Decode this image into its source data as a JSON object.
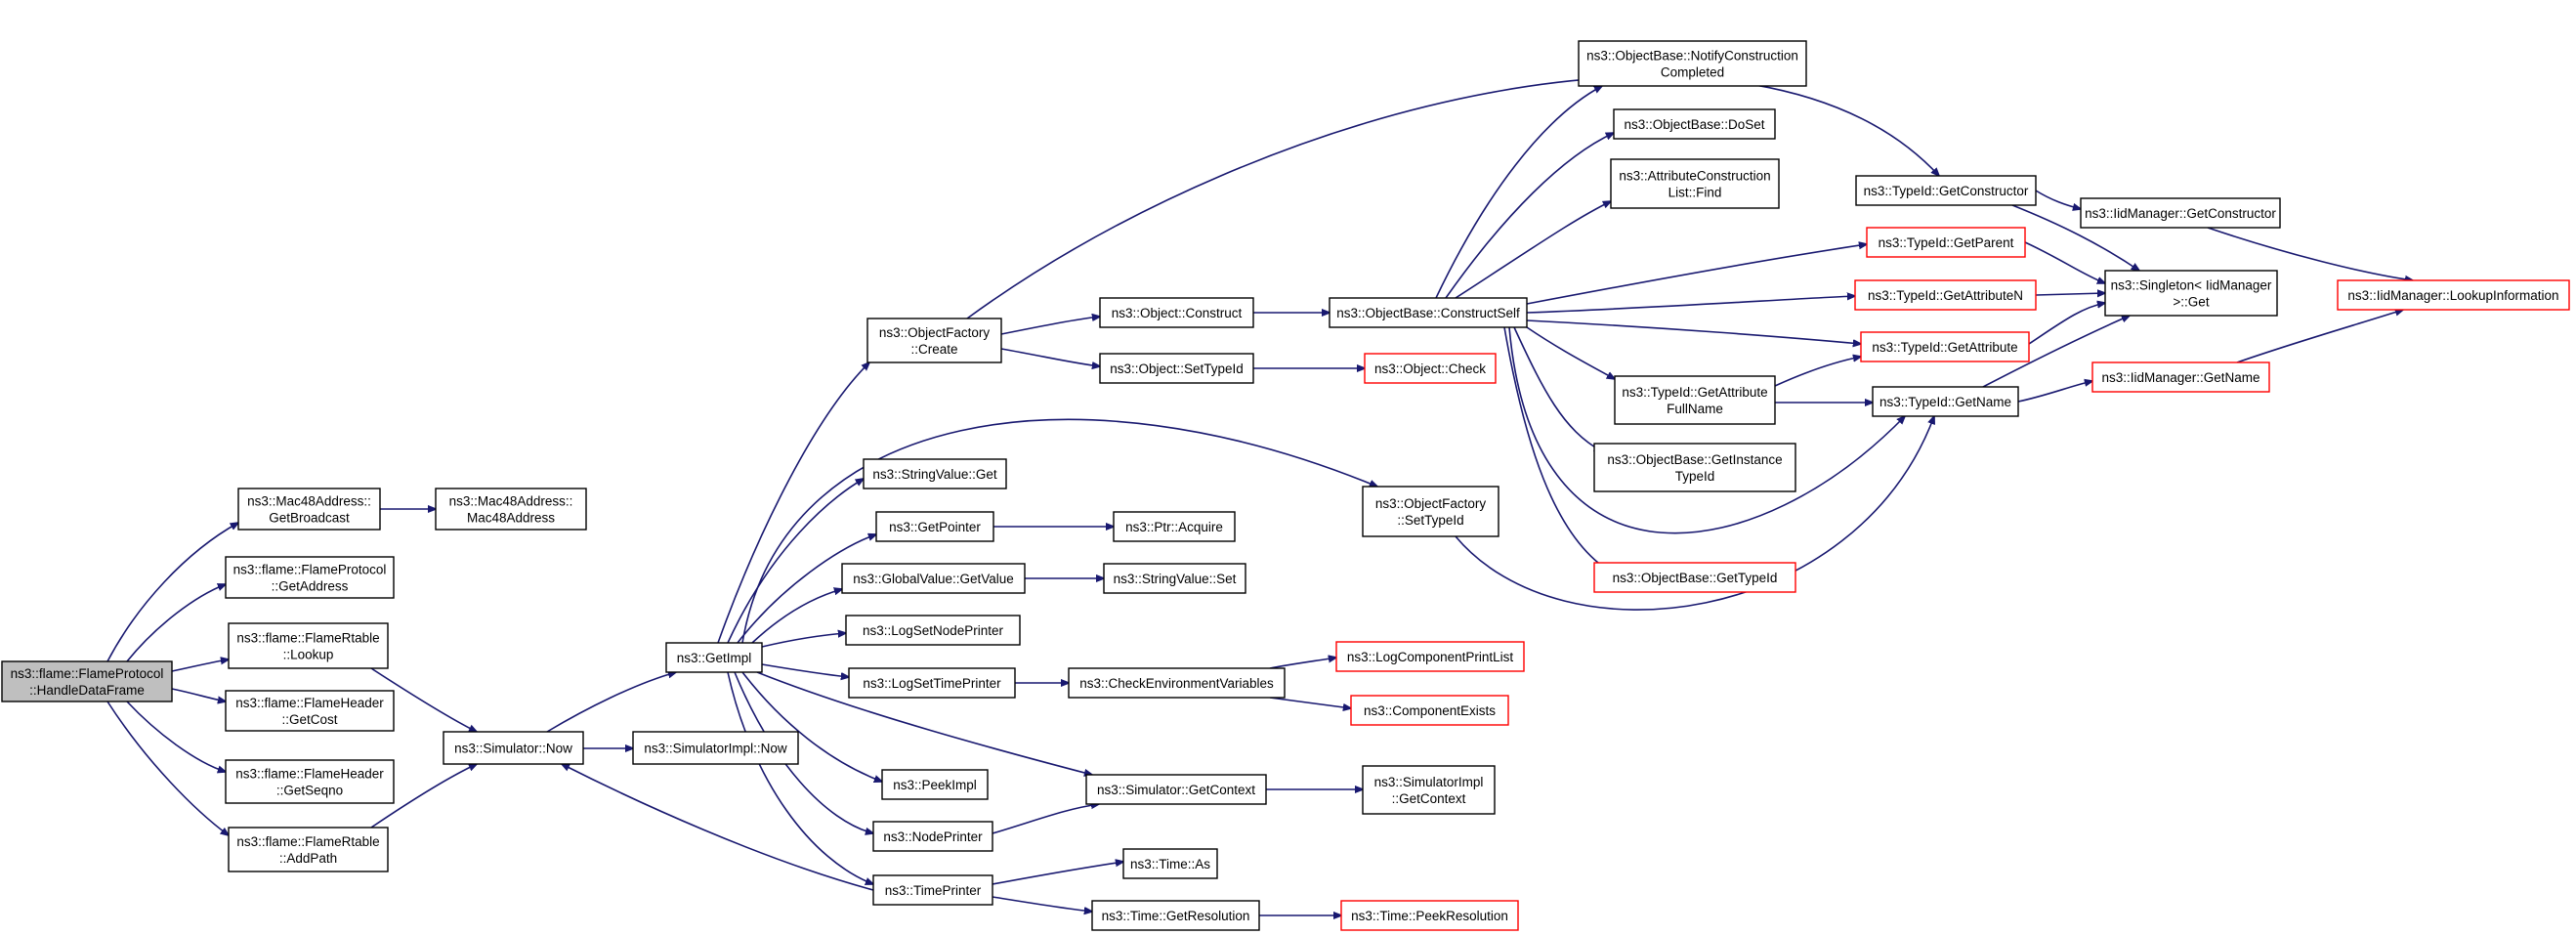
{
  "colors": {
    "edge": "#191970",
    "border_normal": "#000000",
    "border_linked": "#ff0000",
    "fill_root": "#bfbfbf",
    "fill_node": "#ffffff"
  },
  "nodes": [
    {
      "id": "root",
      "lines": [
        "ns3::flame::FlameProtocol",
        "::HandleDataFrame"
      ],
      "style": "root"
    },
    {
      "id": "mac_bc",
      "lines": [
        "ns3::Mac48Address::",
        "GetBroadcast"
      ],
      "style": "normal"
    },
    {
      "id": "mac_ctor",
      "lines": [
        "ns3::Mac48Address::",
        "Mac48Address"
      ],
      "style": "normal"
    },
    {
      "id": "fp_addr",
      "lines": [
        "ns3::flame::FlameProtocol",
        "::GetAddress"
      ],
      "style": "normal"
    },
    {
      "id": "rt_lookup",
      "lines": [
        "ns3::flame::FlameRtable",
        "::Lookup"
      ],
      "style": "normal"
    },
    {
      "id": "fh_cost",
      "lines": [
        "ns3::flame::FlameHeader",
        "::GetCost"
      ],
      "style": "normal"
    },
    {
      "id": "fh_seq",
      "lines": [
        "ns3::flame::FlameHeader",
        "::GetSeqno"
      ],
      "style": "normal"
    },
    {
      "id": "rt_add",
      "lines": [
        "ns3::flame::FlameRtable",
        "::AddPath"
      ],
      "style": "normal"
    },
    {
      "id": "sim_now",
      "lines": [
        "ns3::Simulator::Now"
      ],
      "style": "normal"
    },
    {
      "id": "simimpl_now",
      "lines": [
        "ns3::SimulatorImpl::Now"
      ],
      "style": "normal"
    },
    {
      "id": "getimpl",
      "lines": [
        "ns3::GetImpl"
      ],
      "style": "normal"
    },
    {
      "id": "of_create",
      "lines": [
        "ns3::ObjectFactory",
        "::Create"
      ],
      "style": "normal"
    },
    {
      "id": "sv_get",
      "lines": [
        "ns3::StringValue::Get"
      ],
      "style": "normal"
    },
    {
      "id": "getpointer",
      "lines": [
        "ns3::GetPointer"
      ],
      "style": "normal"
    },
    {
      "id": "gv_getvalue",
      "lines": [
        "ns3::GlobalValue::GetValue"
      ],
      "style": "normal"
    },
    {
      "id": "lsnp",
      "lines": [
        "ns3::LogSetNodePrinter"
      ],
      "style": "normal"
    },
    {
      "id": "lstp",
      "lines": [
        "ns3::LogSetTimePrinter"
      ],
      "style": "normal"
    },
    {
      "id": "peekimpl",
      "lines": [
        "ns3::PeekImpl"
      ],
      "style": "normal"
    },
    {
      "id": "nodeprinter",
      "lines": [
        "ns3::NodePrinter"
      ],
      "style": "normal"
    },
    {
      "id": "timeprinter",
      "lines": [
        "ns3::TimePrinter"
      ],
      "style": "normal"
    },
    {
      "id": "obj_construct",
      "lines": [
        "ns3::Object::Construct"
      ],
      "style": "normal"
    },
    {
      "id": "obj_settypeid",
      "lines": [
        "ns3::Object::SetTypeId"
      ],
      "style": "normal"
    },
    {
      "id": "ptr_acquire",
      "lines": [
        "ns3::Ptr::Acquire"
      ],
      "style": "normal"
    },
    {
      "id": "sv_set",
      "lines": [
        "ns3::StringValue::Set"
      ],
      "style": "normal"
    },
    {
      "id": "checkenv",
      "lines": [
        "ns3::CheckEnvironmentVariables"
      ],
      "style": "normal"
    },
    {
      "id": "sim_getctx",
      "lines": [
        "ns3::Simulator::GetContext"
      ],
      "style": "normal"
    },
    {
      "id": "time_as",
      "lines": [
        "ns3::Time::As"
      ],
      "style": "normal"
    },
    {
      "id": "time_getres",
      "lines": [
        "ns3::Time::GetResolution"
      ],
      "style": "normal"
    },
    {
      "id": "of_settypeid",
      "lines": [
        "ns3::ObjectFactory",
        "::SetTypeId"
      ],
      "style": "normal"
    },
    {
      "id": "simimpl_getctx",
      "lines": [
        "ns3::SimulatorImpl",
        "::GetContext"
      ],
      "style": "normal"
    },
    {
      "id": "logcpl",
      "lines": [
        "ns3::LogComponentPrintList"
      ],
      "style": "linked"
    },
    {
      "id": "compexists",
      "lines": [
        "ns3::ComponentExists"
      ],
      "style": "linked"
    },
    {
      "id": "time_peekres",
      "lines": [
        "ns3::Time::PeekResolution"
      ],
      "style": "linked"
    },
    {
      "id": "obj_check",
      "lines": [
        "ns3::Object::Check"
      ],
      "style": "linked"
    },
    {
      "id": "ob_cs",
      "lines": [
        "ns3::ObjectBase::ConstructSelf"
      ],
      "style": "normal"
    },
    {
      "id": "ob_ncc",
      "lines": [
        "ns3::ObjectBase::NotifyConstruction",
        "Completed"
      ],
      "style": "normal"
    },
    {
      "id": "ob_doset",
      "lines": [
        "ns3::ObjectBase::DoSet"
      ],
      "style": "normal"
    },
    {
      "id": "acl_find",
      "lines": [
        "ns3::AttributeConstruction",
        "List::Find"
      ],
      "style": "normal"
    },
    {
      "id": "tid_gafn",
      "lines": [
        "ns3::TypeId::GetAttribute",
        "FullName"
      ],
      "style": "normal"
    },
    {
      "id": "ob_gitid",
      "lines": [
        "ns3::ObjectBase::GetInstance",
        "TypeId"
      ],
      "style": "normal"
    },
    {
      "id": "ob_gtid",
      "lines": [
        "ns3::ObjectBase::GetTypeId"
      ],
      "style": "linked"
    },
    {
      "id": "tid_getctor",
      "lines": [
        "ns3::TypeId::GetConstructor"
      ],
      "style": "normal"
    },
    {
      "id": "tid_getparent",
      "lines": [
        "ns3::TypeId::GetParent"
      ],
      "style": "linked"
    },
    {
      "id": "tid_getattrn",
      "lines": [
        "ns3::TypeId::GetAttributeN"
      ],
      "style": "linked"
    },
    {
      "id": "tid_getattr",
      "lines": [
        "ns3::TypeId::GetAttribute"
      ],
      "style": "linked"
    },
    {
      "id": "tid_getname",
      "lines": [
        "ns3::TypeId::GetName"
      ],
      "style": "normal"
    },
    {
      "id": "iidm_getctor",
      "lines": [
        "ns3::IidManager::GetConstructor"
      ],
      "style": "normal"
    },
    {
      "id": "singleton_get",
      "lines": [
        "ns3::Singleton< IidManager",
        ">::Get"
      ],
      "style": "normal"
    },
    {
      "id": "iidm_getname",
      "lines": [
        "ns3::IidManager::GetName"
      ],
      "style": "linked"
    },
    {
      "id": "iidm_lookupinfo",
      "lines": [
        "ns3::IidManager::LookupInformation"
      ],
      "style": "linked"
    }
  ]
}
